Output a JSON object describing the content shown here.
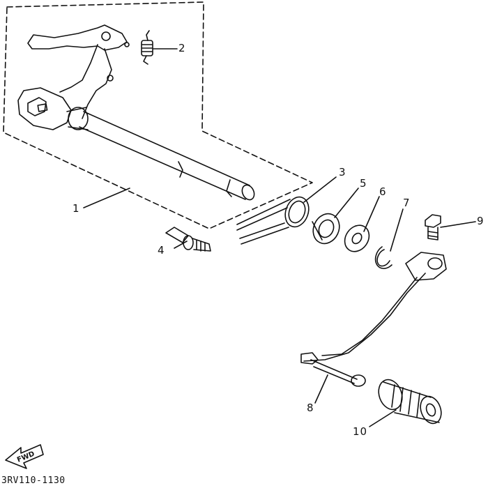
{
  "callouts": [
    {
      "num": "1"
    },
    {
      "num": "2"
    },
    {
      "num": "3"
    },
    {
      "num": "4"
    },
    {
      "num": "5"
    },
    {
      "num": "6"
    },
    {
      "num": "7"
    },
    {
      "num": "8"
    },
    {
      "num": "9"
    },
    {
      "num": "10"
    }
  ],
  "fwd_label": "FWD",
  "diagram_code": "3RV110-1130"
}
